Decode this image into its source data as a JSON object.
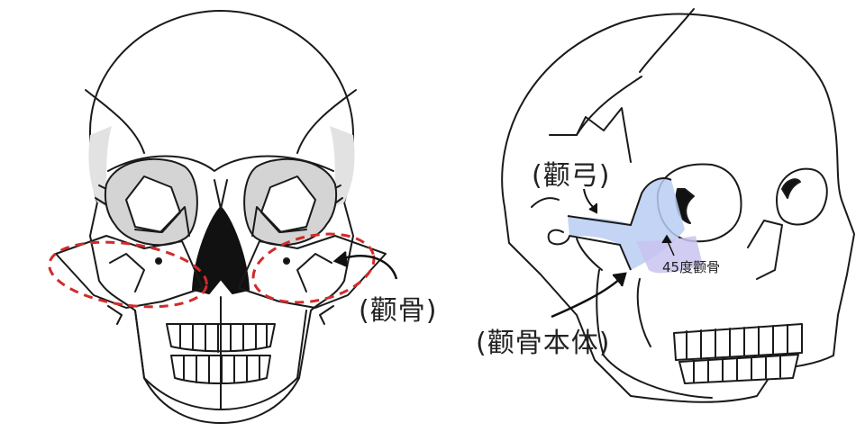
{
  "labels": {
    "zygomatic_bone": "(颧骨)",
    "zygomatic_arch": "(颧弓)",
    "zygomatic_body": "(颧骨本体)",
    "angle_note": "45度颧骨"
  },
  "colors": {
    "line": "#1a1a1a",
    "shadow": "#cfcfcf",
    "highlight_dash": "#d12b2b",
    "arch_fill": "#b9cdf2",
    "body_fill": "#c9c3ee",
    "socket": "#111111"
  },
  "icons": [
    "front-skull-illustration",
    "side-skull-illustration",
    "curved-arrow-icon"
  ]
}
